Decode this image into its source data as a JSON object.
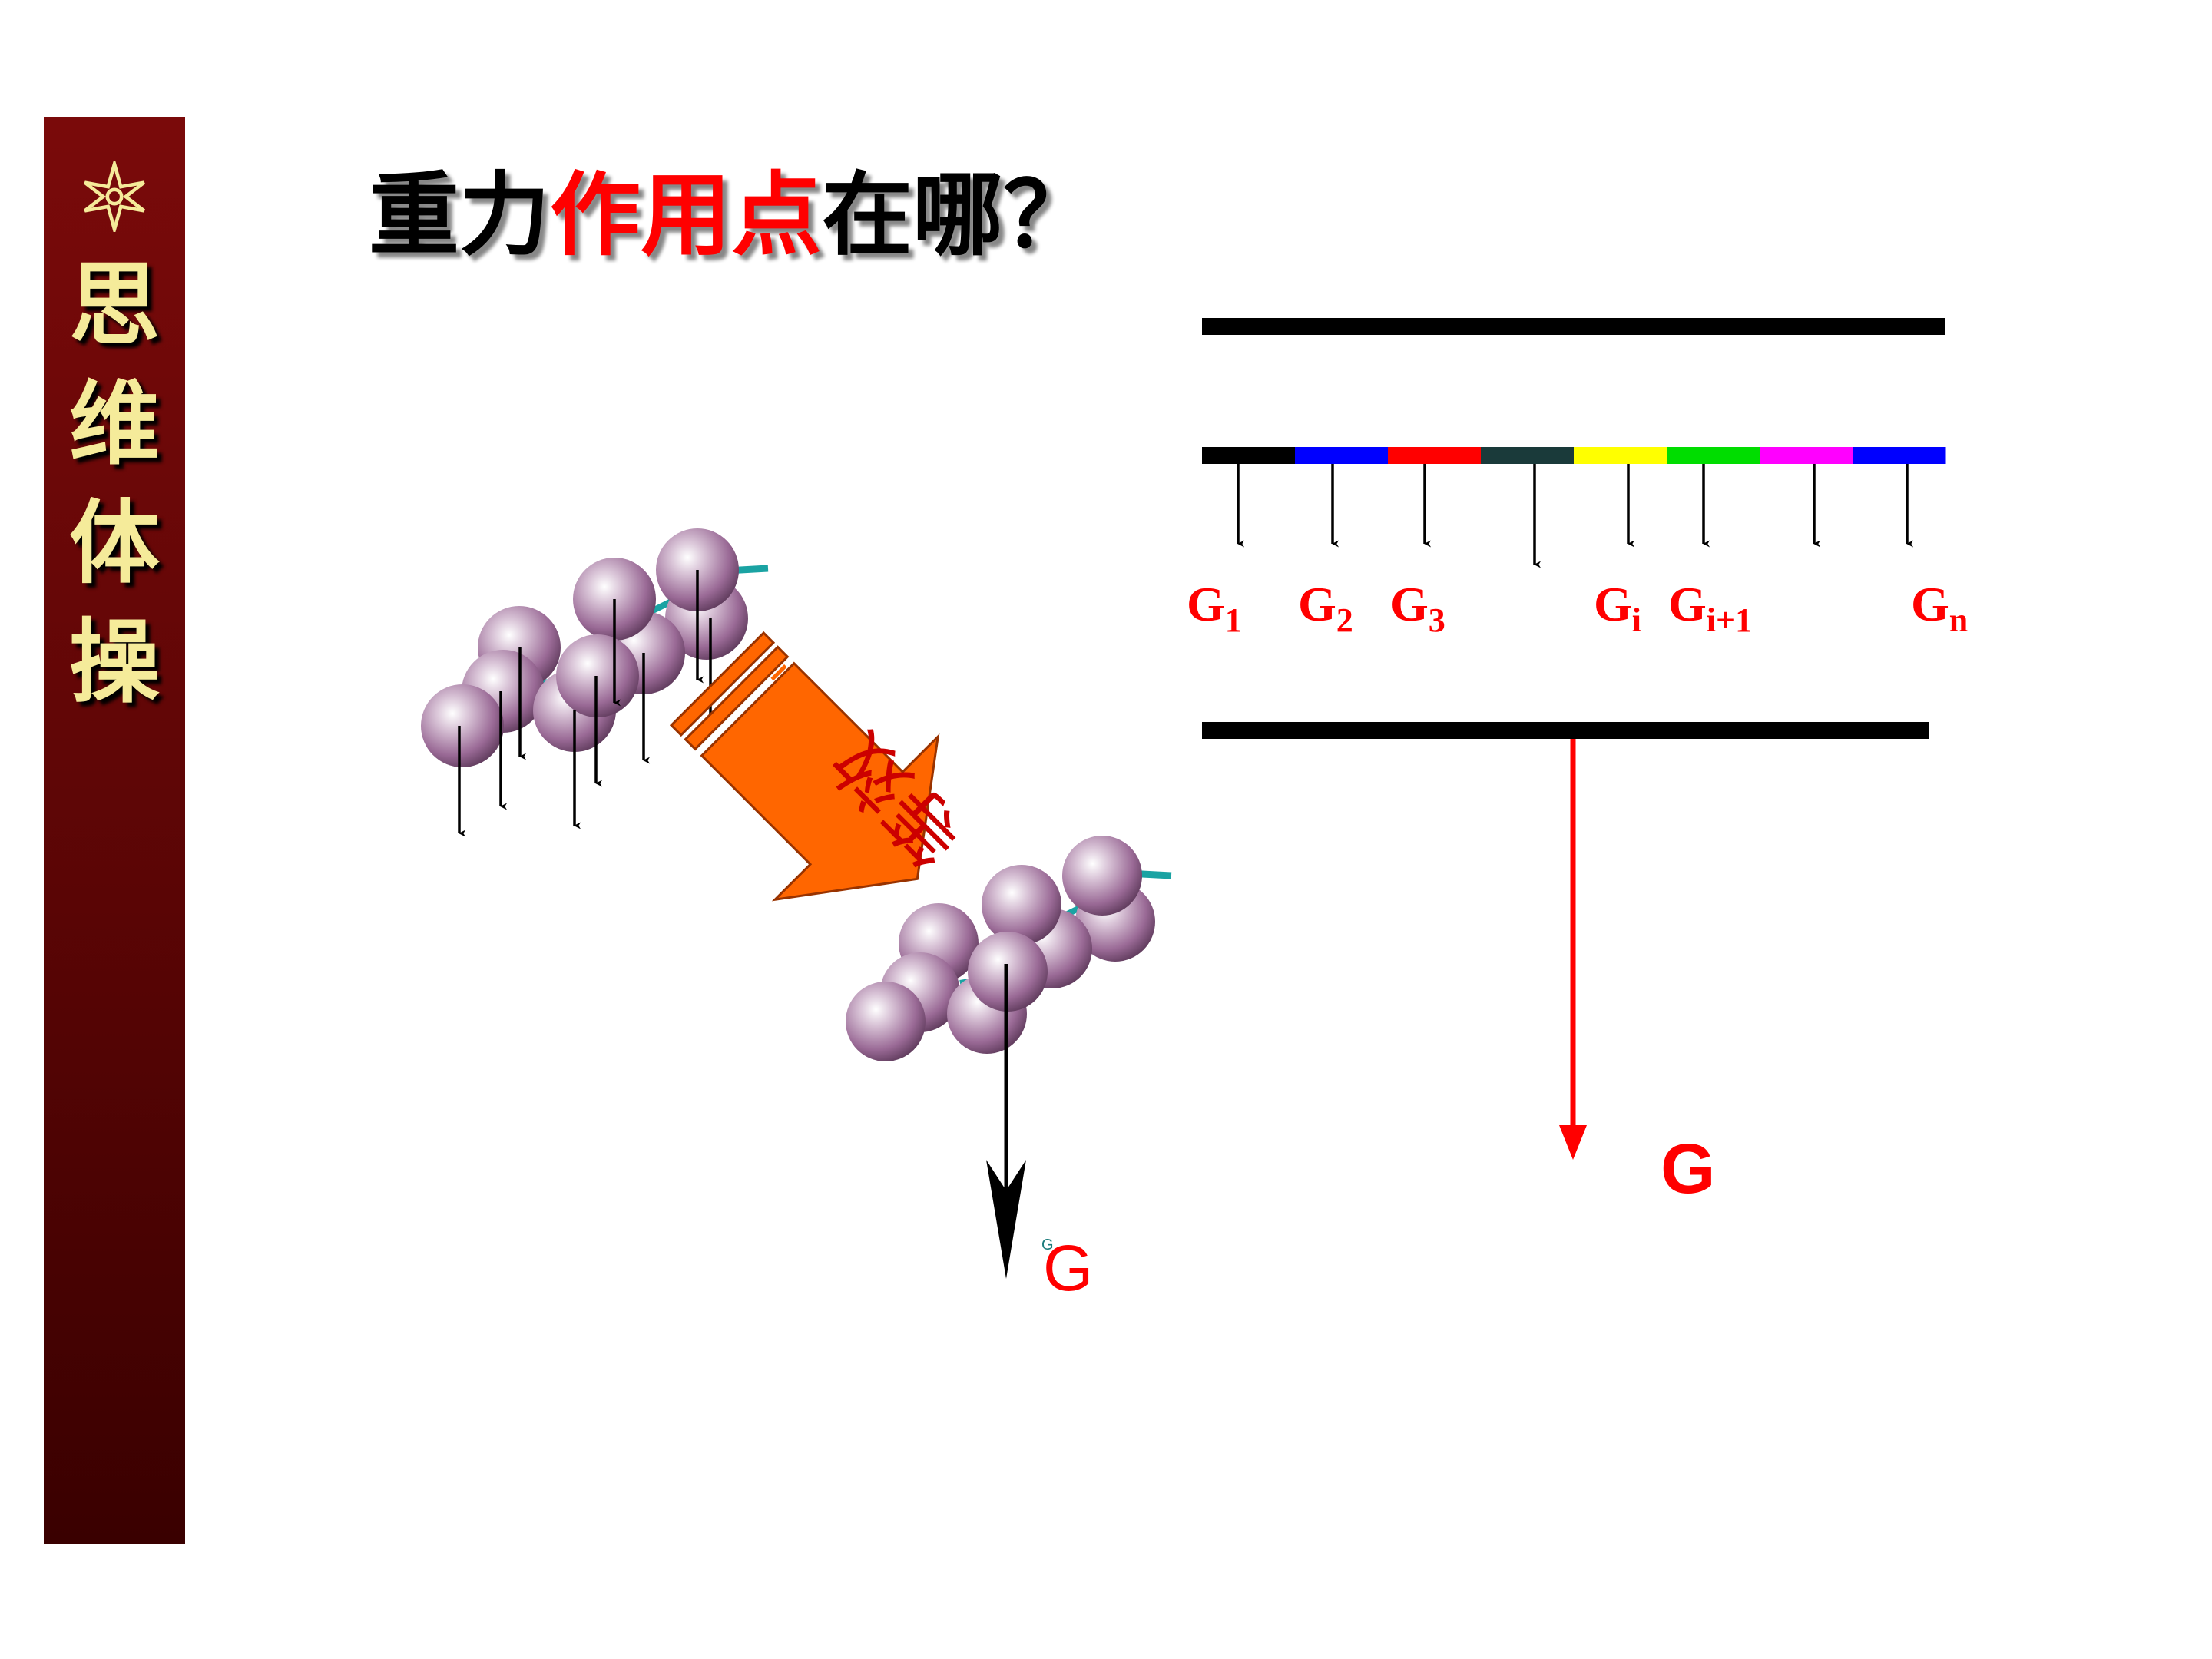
{
  "sidebar": {
    "chars": [
      "思",
      "维",
      "体",
      "操"
    ],
    "icon": "star-burst-icon"
  },
  "title": {
    "part1": "重力",
    "part2": "作用点",
    "part3": "在哪？"
  },
  "arrow_label": "等效",
  "left_resultant": {
    "label": "G",
    "small_label": "G"
  },
  "segment_colors": [
    "#000000",
    "#0000ff",
    "#ff0000",
    "#1a3a3a",
    "#ffff00",
    "#00dd00",
    "#ff00ff",
    "#0000ff"
  ],
  "forces": [
    {
      "base": "G",
      "sub": "1"
    },
    {
      "base": "G",
      "sub": "2"
    },
    {
      "base": "G",
      "sub": "3"
    },
    {
      "base": "G",
      "sub": "i"
    },
    {
      "base": "G",
      "sub": "i+1"
    },
    {
      "base": "G",
      "sub": "n"
    }
  ],
  "right_resultant": {
    "label": "G",
    "color": "#ff0000"
  },
  "colors": {
    "sphere": "#9a6a96",
    "accent_red": "#ff0000",
    "arrow_orange": "#ff6600",
    "sidebar": "#6a0808"
  }
}
